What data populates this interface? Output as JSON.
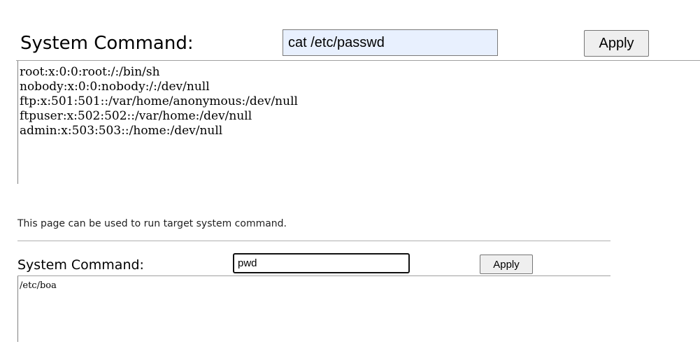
{
  "zoomed_panel": {
    "label": "System Command:",
    "command_value": "cat /etc/passwd",
    "apply_label": "Apply",
    "output_lines": [
      "root:x:0:0:root:/:/bin/sh",
      "nobody:x:0:0:nobody:/:/dev/null",
      "ftp:x:501:501::/var/home/anonymous:/dev/null",
      "ftpuser:x:502:502::/var/home:/dev/null",
      "admin:x:503:503::/home:/dev/null"
    ]
  },
  "page": {
    "description": "This page can be used to run target system command."
  },
  "command_panel": {
    "label": "System Command:",
    "command_value": "pwd",
    "apply_label": "Apply",
    "output_lines": [
      "/etc/boa"
    ]
  },
  "colors": {
    "input_autofill_bg": "#e8f0fe",
    "button_bg": "#efefef",
    "separator": "#a0a0a0"
  }
}
